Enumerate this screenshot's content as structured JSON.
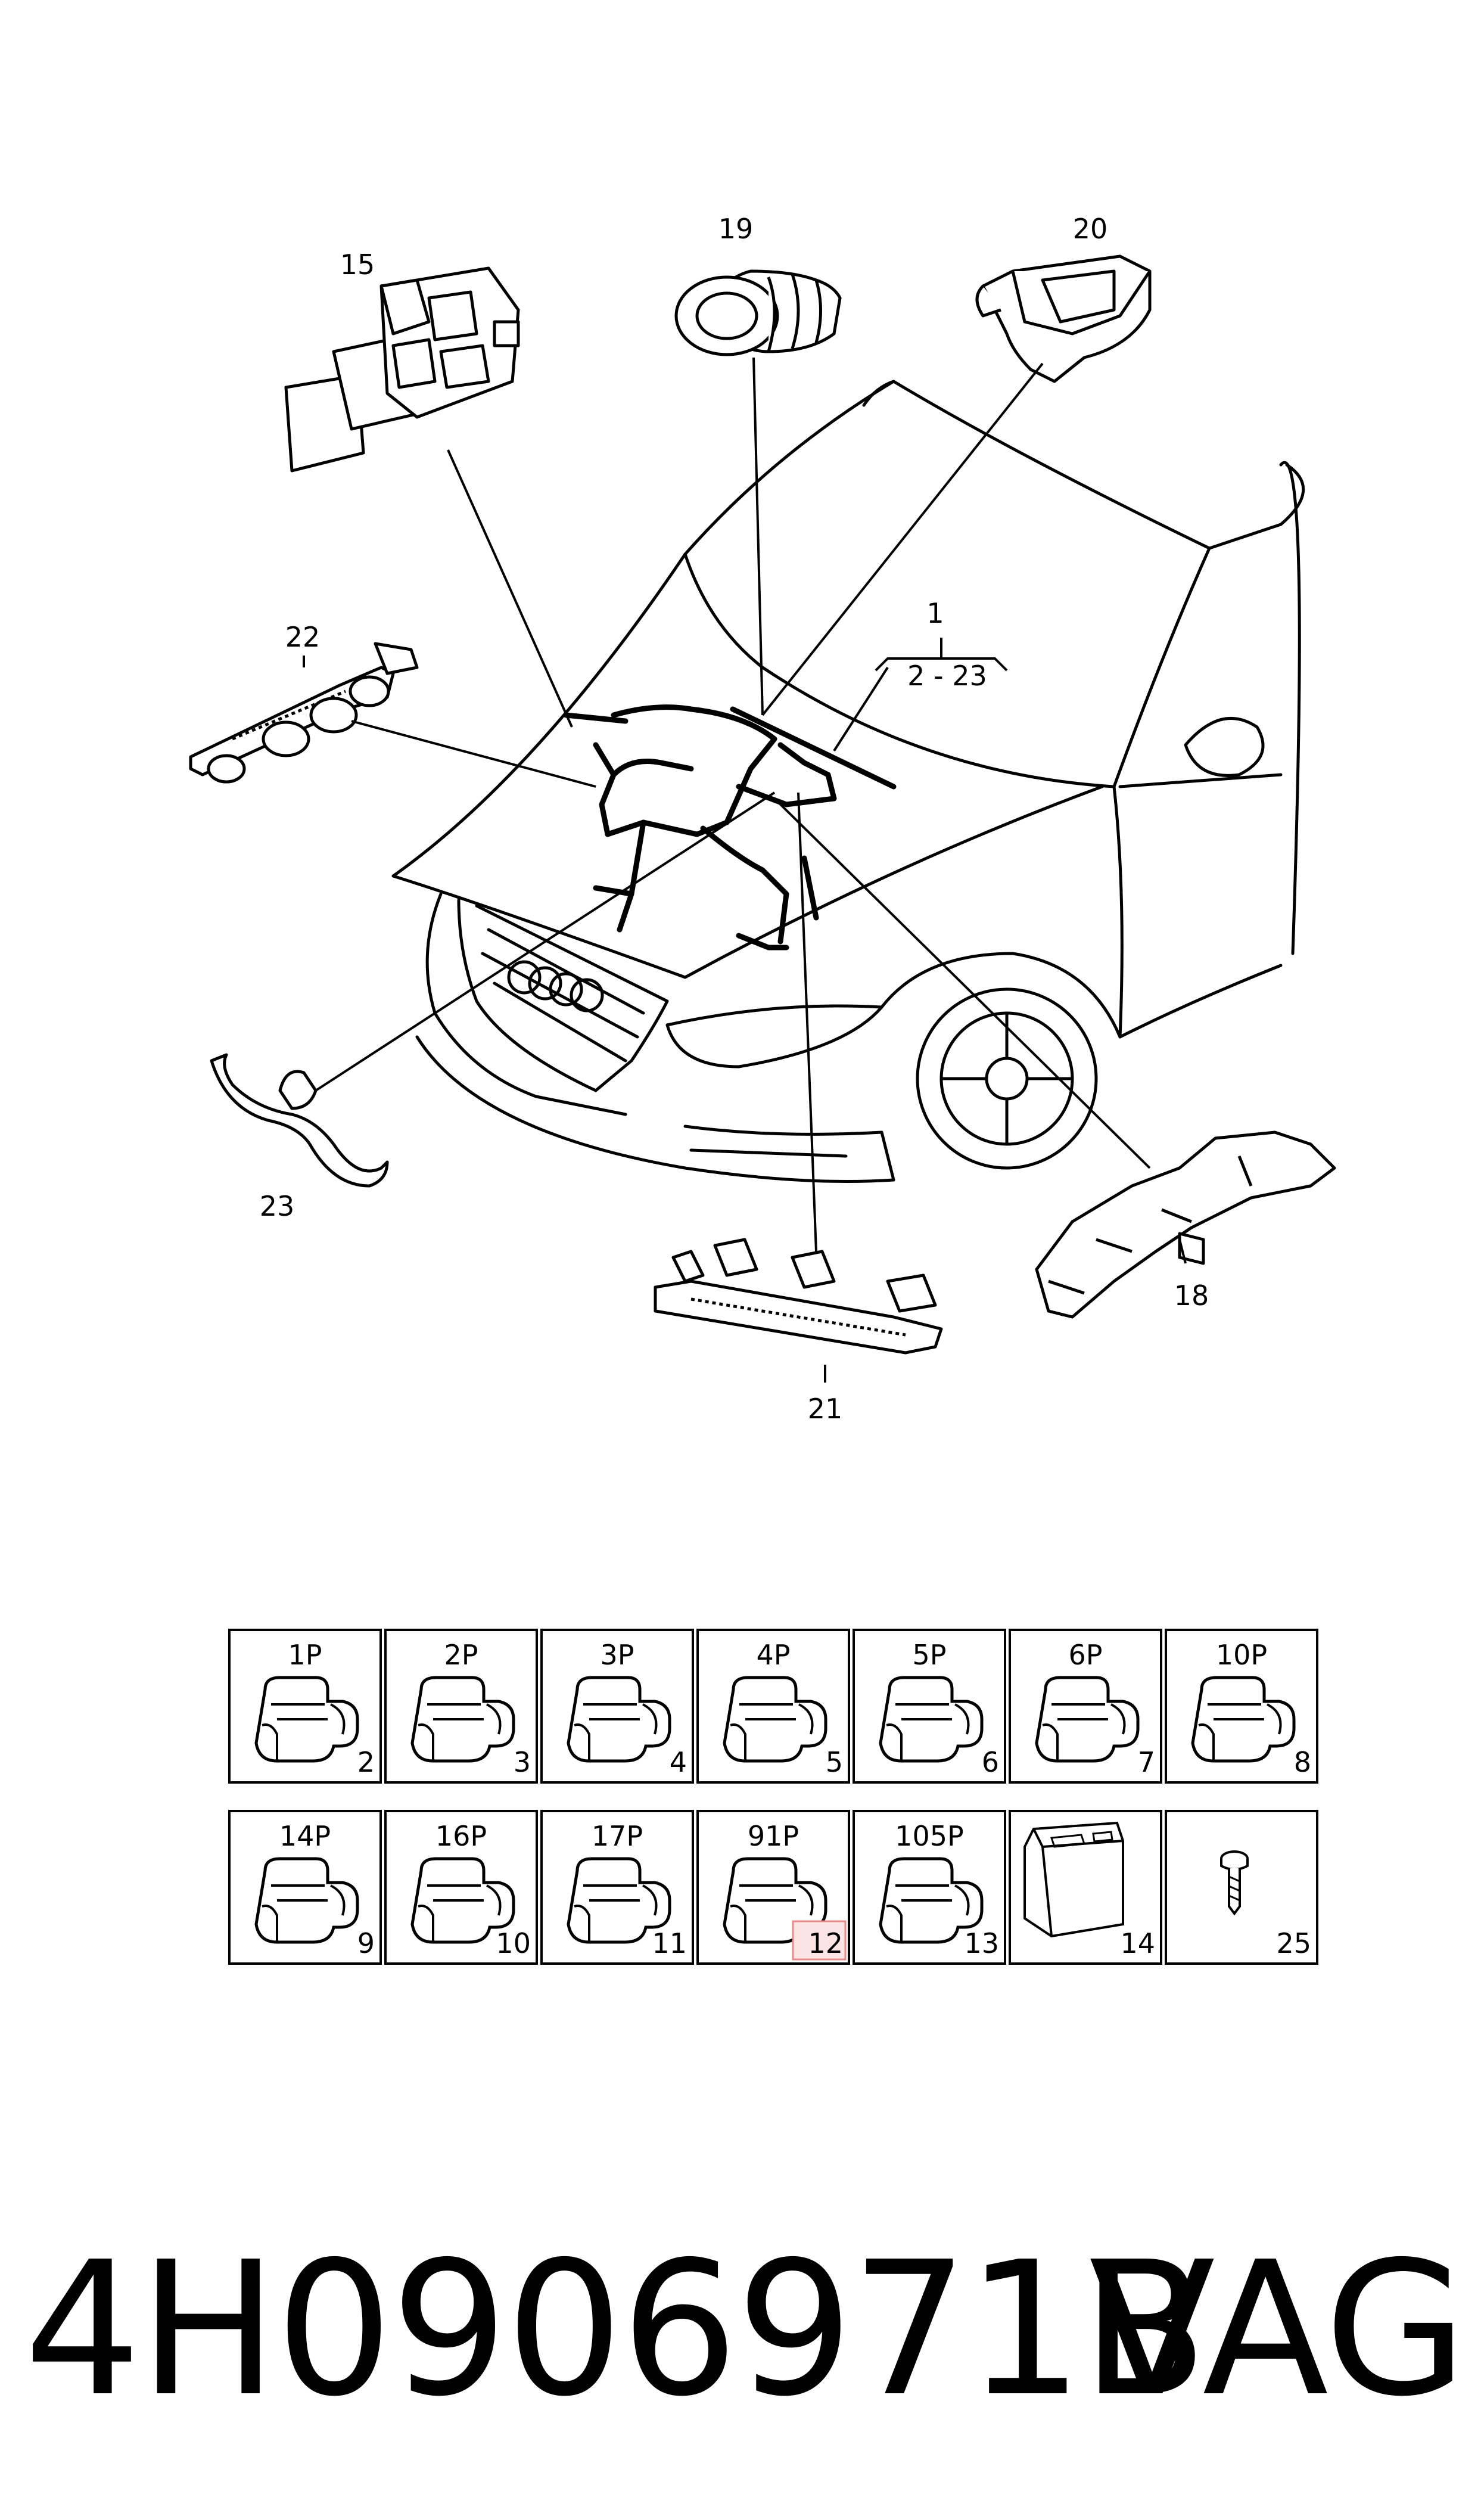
{
  "callouts": {
    "c1": "1",
    "c1_range": "2 - 23",
    "c15": "15",
    "c18": "18",
    "c19": "19",
    "c20": "20",
    "c21": "21",
    "c22": "22",
    "c23": "23"
  },
  "connector_grid": [
    {
      "label": "1P",
      "number": "2"
    },
    {
      "label": "2P",
      "number": "3"
    },
    {
      "label": "3P",
      "number": "4"
    },
    {
      "label": "4P",
      "number": "5"
    },
    {
      "label": "5P",
      "number": "6"
    },
    {
      "label": "6P",
      "number": "7"
    },
    {
      "label": "10P",
      "number": "8"
    },
    {
      "label": "14P",
      "number": "9"
    },
    {
      "label": "16P",
      "number": "10"
    },
    {
      "label": "17P",
      "number": "11"
    },
    {
      "label": "91P",
      "number": "12",
      "highlighted": true
    },
    {
      "label": "105P",
      "number": "13"
    },
    {
      "label": "",
      "number": "14",
      "icon": "control-module-icon"
    },
    {
      "label": "",
      "number": "25",
      "icon": "screw-icon"
    }
  ],
  "highlight_color": "#e88a8a",
  "footer": {
    "part_number": "4H0906971B",
    "brand": "VAG"
  }
}
